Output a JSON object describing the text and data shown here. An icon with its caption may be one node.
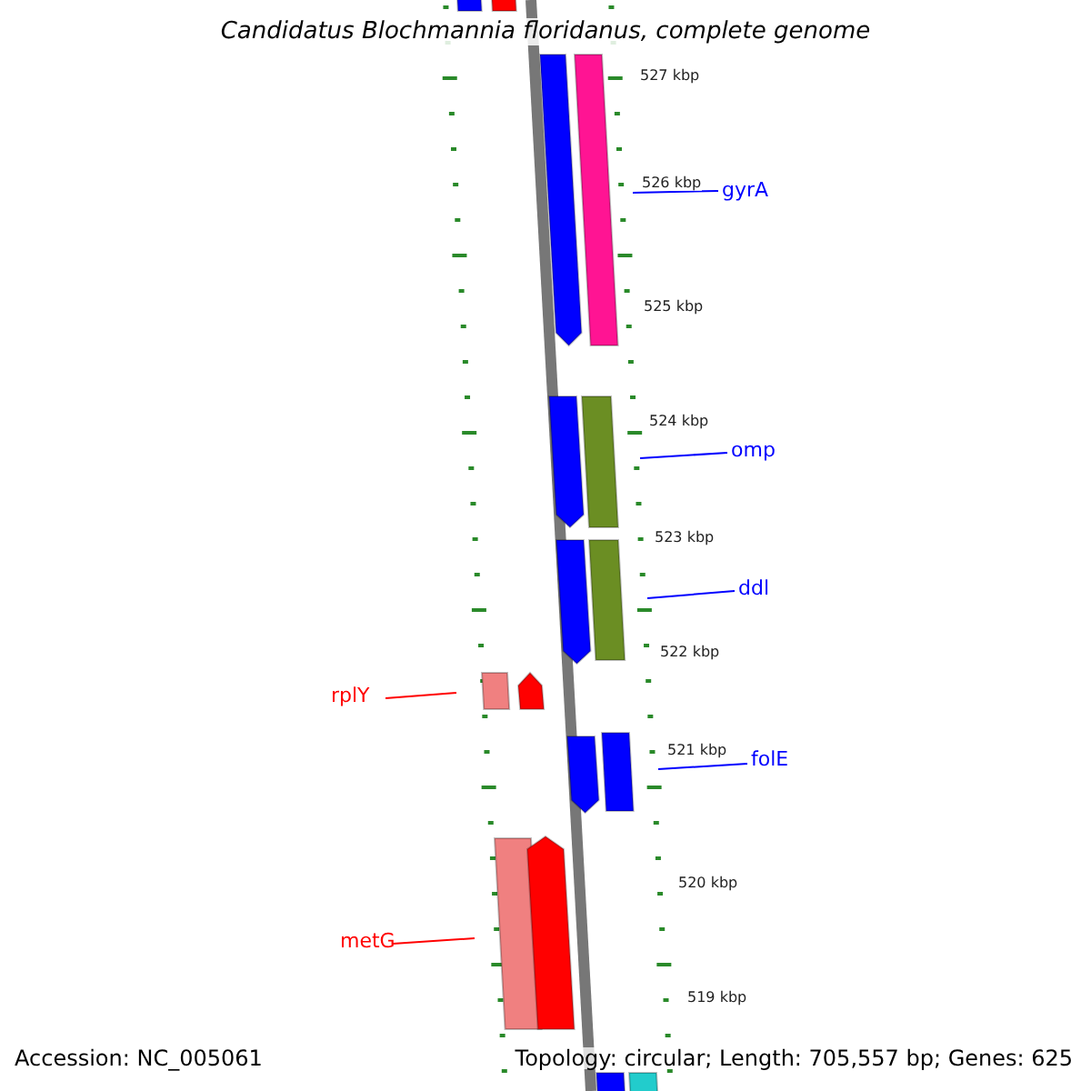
{
  "diagram": {
    "title": "Candidatus Blochmannia floridanus, complete genome",
    "nodes": [
      {
        "text": [
          "gyrA"
        ]
      },
      {
        "text": [
          "omp"
        ]
      },
      {
        "text": [
          "ddl"
        ]
      },
      {
        "text": [
          "folE"
        ]
      },
      {
        "text": [
          "rplY"
        ]
      },
      {
        "text": [
          "metG"
        ]
      },
      {
        "text": [],
        "shape": "bar"
      },
      {
        "text": [],
        "shape": "bar"
      },
      {
        "text": [],
        "shape": "bar"
      },
      {
        "text": [],
        "shape": "bar"
      },
      {
        "text": [],
        "shape": "bar"
      },
      {
        "text": [],
        "shape": "bar"
      },
      {
        "text": [],
        "shape": "bar"
      },
      {
        "text": [],
        "shape": "bar"
      },
      {
        "text": [],
        "shape": "bar"
      },
      {
        "text": [],
        "shape": "bar"
      },
      {
        "text": [],
        "shape": "bar"
      },
      {
        "text": [],
        "shape": "bar"
      },
      {
        "text": [],
        "shape": "bar"
      },
      {
        "text": [],
        "shape": "bar"
      },
      {
        "text": [],
        "shape": "bar"
      },
      {
        "text": [],
        "shape": "bar"
      }
    ],
    "edges": [
      {
        "from": 0,
        "to": 6,
        "arrow": "none",
        "color": "#0000ff"
      },
      {
        "from": 1,
        "to": 7,
        "arrow": "none",
        "color": "#0000ff"
      },
      {
        "from": 2,
        "to": 8,
        "arrow": "none",
        "color": "#0000ff"
      },
      {
        "from": 3,
        "to": 9,
        "arrow": "none",
        "color": "#0000ff"
      },
      {
        "from": 4,
        "to": 10,
        "arrow": "none",
        "color": "#ff0000"
      },
      {
        "from": 5,
        "to": 11,
        "arrow": "none",
        "color": "#ff0000"
      }
    ],
    "labels": [
      "527 kbp",
      "526 kbp",
      "525 kbp",
      "524 kbp",
      "523 kbp",
      "522 kbp",
      "521 kbp",
      "520 kbp",
      "519 kbp",
      "Accession: NC_005061",
      "Topology: circular; Length: 705,557 bp; Genes: 625"
    ]
  }
}
